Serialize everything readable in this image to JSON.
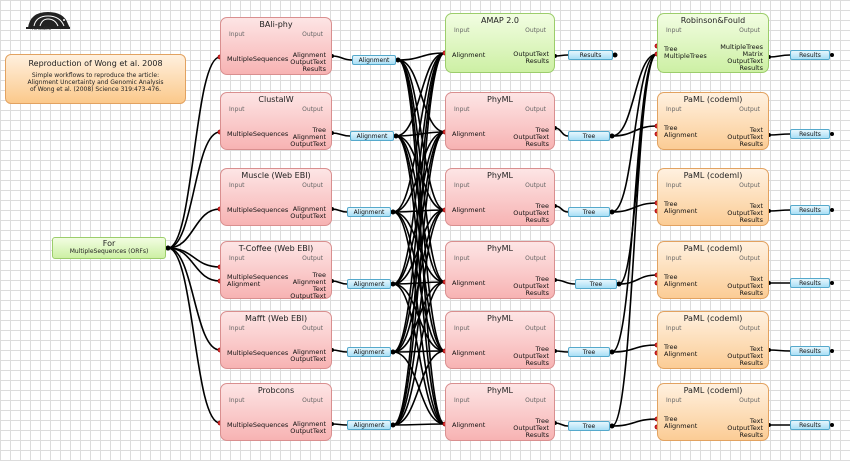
{
  "logo": {
    "text": "Armadillo",
    "icon": "armadillo-icon"
  },
  "info": {
    "title": "Reproduction of Wong et al. 2008",
    "description": "Simple workflows to reproduce the article: Alignment Uncertainty and Genomic Analysis of Wong et al. (2008) Science 319:473-476."
  },
  "for_node": {
    "title": "For",
    "output": "MultipleSequences (ORFs)"
  },
  "aligners": [
    {
      "title": "BAli-phy",
      "input_label": "Input",
      "output_label": "Output",
      "inputs": [
        "MultipleSequences"
      ],
      "outputs": [
        "Alignment",
        "OutputText",
        "Results"
      ]
    },
    {
      "title": "ClustalW",
      "input_label": "Input",
      "output_label": "Output",
      "inputs": [
        "MultipleSequences"
      ],
      "outputs": [
        "Tree",
        "Alignment",
        "OutputText"
      ]
    },
    {
      "title": "Muscle (Web EBI)",
      "input_label": "Input",
      "output_label": "Output",
      "inputs": [
        "MultipleSequences"
      ],
      "outputs": [
        "Alignment",
        "OutputText"
      ]
    },
    {
      "title": "T-Coffee (Web EBI)",
      "input_label": "Input",
      "output_label": "Output",
      "inputs": [
        "MultipleSequences",
        "Alignment"
      ],
      "outputs": [
        "Tree",
        "Alignment",
        "Text",
        "OutputText"
      ]
    },
    {
      "title": "Mafft (Web EBI)",
      "input_label": "Input",
      "output_label": "Output",
      "inputs": [
        "MultipleSequences"
      ],
      "outputs": [
        "Alignment",
        "OutputText"
      ]
    },
    {
      "title": "Probcons",
      "input_label": "Input",
      "output_label": "Output",
      "inputs": [
        "MultipleSequences"
      ],
      "outputs": [
        "Alignment",
        "OutputText"
      ]
    }
  ],
  "alignment_wires": [
    "Alignment",
    "Alignment",
    "Alignment",
    "Alignment",
    "Alignment",
    "Alignment"
  ],
  "tree_nodes": [
    {
      "title": "AMAP 2.0",
      "input_label": "Input",
      "output_label": "Output",
      "inputs": [
        "Alignment"
      ],
      "outputs": [
        "OutputText",
        "Results"
      ]
    },
    {
      "title": "PhyML",
      "input_label": "Input",
      "output_label": "Output",
      "inputs": [
        "Alignment"
      ],
      "outputs": [
        "Tree",
        "OutputText",
        "Results"
      ]
    },
    {
      "title": "PhyML",
      "input_label": "Input",
      "output_label": "Output",
      "inputs": [
        "Alignment"
      ],
      "outputs": [
        "Tree",
        "OutputText",
        "Results"
      ]
    },
    {
      "title": "PhyML",
      "input_label": "Input",
      "output_label": "Output",
      "inputs": [
        "Alignment"
      ],
      "outputs": [
        "Tree",
        "OutputText",
        "Results"
      ]
    },
    {
      "title": "PhyML",
      "input_label": "Input",
      "output_label": "Output",
      "inputs": [
        "Alignment"
      ],
      "outputs": [
        "Tree",
        "OutputText",
        "Results"
      ]
    },
    {
      "title": "PhyML",
      "input_label": "Input",
      "output_label": "Output",
      "inputs": [
        "Alignment"
      ],
      "outputs": [
        "Tree",
        "OutputText",
        "Results"
      ]
    }
  ],
  "mid_wires": [
    "Results",
    "Tree",
    "Tree",
    "Tree",
    "Tree",
    "Tree"
  ],
  "analysis_nodes": [
    {
      "title": "Robinson&Fould",
      "input_label": "Input",
      "output_label": "Output",
      "inputs": [
        "Tree",
        "MultipleTrees"
      ],
      "outputs": [
        "MultipleTrees",
        "Matrix",
        "OutputText",
        "Results"
      ]
    },
    {
      "title": "PaML (codeml)",
      "input_label": "Input",
      "output_label": "Output",
      "inputs": [
        "Tree",
        "Alignment"
      ],
      "outputs": [
        "Text",
        "OutputText",
        "Results"
      ]
    },
    {
      "title": "PaML (codeml)",
      "input_label": "Input",
      "output_label": "Output",
      "inputs": [
        "Tree",
        "Alignment"
      ],
      "outputs": [
        "Text",
        "OutputText",
        "Results"
      ]
    },
    {
      "title": "PaML (codeml)",
      "input_label": "Input",
      "output_label": "Output",
      "inputs": [
        "Tree",
        "Alignment"
      ],
      "outputs": [
        "Text",
        "OutputText",
        "Results"
      ]
    },
    {
      "title": "PaML (codeml)",
      "input_label": "Input",
      "output_label": "Output",
      "inputs": [
        "Tree",
        "Alignment"
      ],
      "outputs": [
        "Text",
        "OutputText",
        "Results"
      ]
    },
    {
      "title": "PaML (codeml)",
      "input_label": "Input",
      "output_label": "Output",
      "inputs": [
        "Tree",
        "Alignment"
      ],
      "outputs": [
        "Text",
        "OutputText",
        "Results"
      ]
    }
  ],
  "result_wires": [
    "Results",
    "Results",
    "Results",
    "Results",
    "Results",
    "Results"
  ],
  "colors": {
    "aligner": "#f7b3b3",
    "amap": "#cdf0a4",
    "paml": "#fbcc95",
    "wire_node": "#a9dff6",
    "connector": "#000000"
  }
}
